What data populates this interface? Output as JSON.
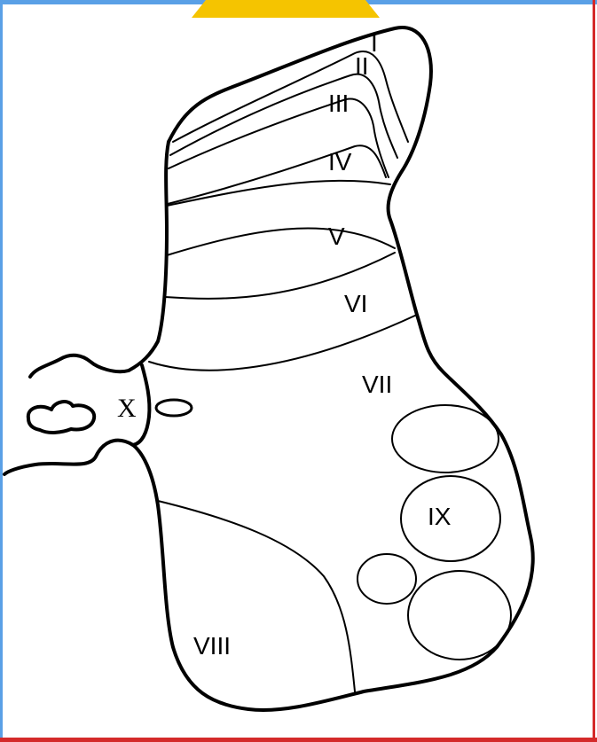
{
  "colors": {
    "frame_top": "#5aa0e6",
    "frame_side": "#d42a2a",
    "tab": "#f5c400",
    "stroke": "#000000",
    "background": "#ffffff"
  },
  "laminae": {
    "I": "I",
    "II": "II",
    "III": "III",
    "IV": "IV",
    "V": "V",
    "VI": "VI",
    "VII": "VII",
    "VIII": "VIII",
    "IX": "IX",
    "X": "X"
  }
}
